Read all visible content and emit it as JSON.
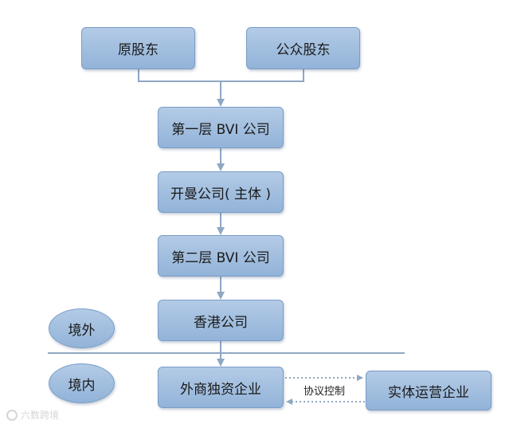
{
  "nodes": {
    "original_shareholders": "原股东",
    "public_shareholders": "公众股东",
    "bvi_first": "第一层 BVI 公司",
    "kaiman": "开曼公司( 主体 )",
    "bvi_second": "第二层 BVI 公司",
    "hongkong": "香港公司",
    "wfoe": "外商独资企业",
    "operating": "实体运营企业"
  },
  "regions": {
    "offshore": "境外",
    "onshore": "境内"
  },
  "edge_label": "协议控制",
  "watermark": "六数跨境",
  "colors": {
    "box_fill": "#a4c0e0",
    "box_border": "#7b9dc6",
    "line": "#8fa7c4",
    "divider": "#8fa7c4"
  }
}
